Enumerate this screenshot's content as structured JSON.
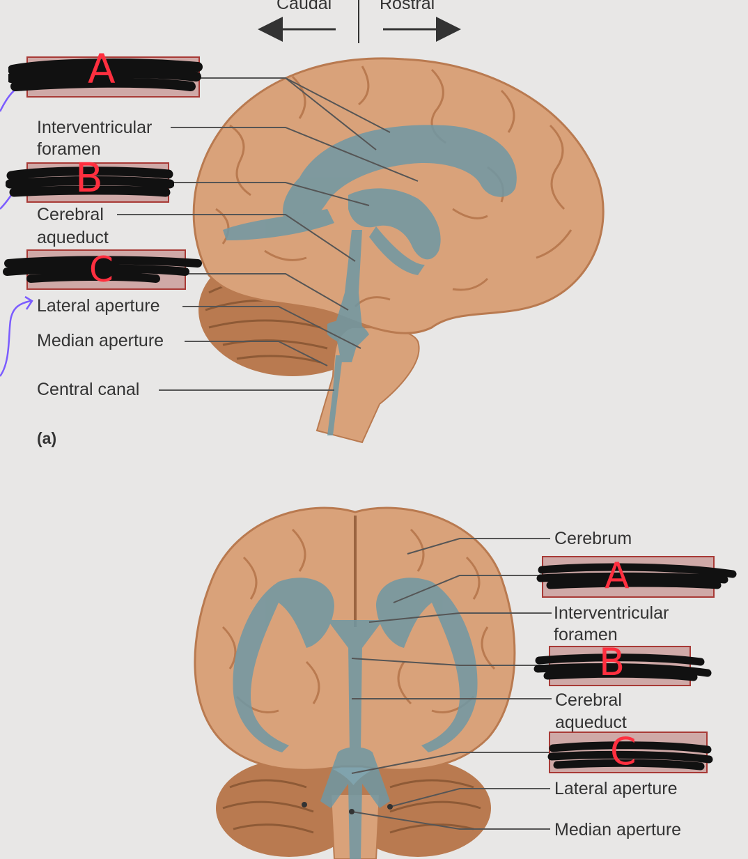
{
  "orientation": {
    "left": "Caudal",
    "right": "Rostral"
  },
  "view_a": {
    "panel_label": "(a)",
    "answer_boxes": [
      {
        "id": "A",
        "letter": "A"
      },
      {
        "id": "B",
        "letter": "B"
      },
      {
        "id": "C",
        "letter": "C"
      }
    ],
    "labels": {
      "interventricular": [
        "Interventricular",
        "foramen"
      ],
      "cerebral_aqueduct": [
        "Cerebral",
        "aqueduct"
      ],
      "lateral_aperture": "Lateral aperture",
      "median_aperture": "Median aperture",
      "central_canal": "Central canal"
    }
  },
  "view_b": {
    "answer_boxes": [
      {
        "id": "A",
        "letter": "A"
      },
      {
        "id": "B",
        "letter": "B"
      },
      {
        "id": "C",
        "letter": "C"
      }
    ],
    "labels": {
      "cerebrum": "Cerebrum",
      "interventricular": [
        "Interventricular",
        "foramen"
      ],
      "cerebral_aqueduct": [
        "Cerebral",
        "aqueduct"
      ],
      "lateral_aperture": "Lateral aperture",
      "median_aperture": "Median aperture"
    }
  },
  "colors": {
    "background": "#e8e7e6",
    "brain": "#d9a27a",
    "brain_shadow": "#b97a50",
    "ventricle": "#6f98a4",
    "answer_box_fill": "#cfa9a7",
    "answer_box_border": "#a83a36",
    "redaction": "#111111",
    "handwriting": "#ff2f3f",
    "pen_arrow": "#7b5cff",
    "leader_line": "#555555"
  }
}
